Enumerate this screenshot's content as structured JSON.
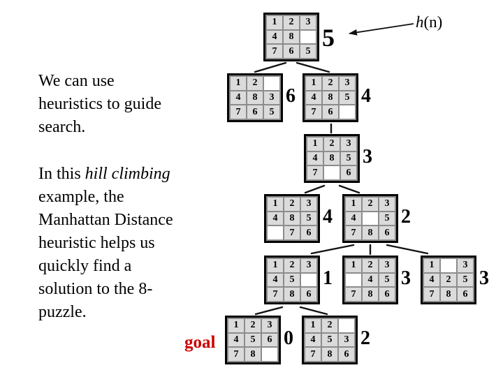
{
  "paragraphs": {
    "p1": "We can use\nheuristics to guide\nsearch.",
    "p2_prefix": "In this ",
    "p2_italic": "hill climbing",
    "p2_rest": "example, the\nManhattan Distance\nheuristic helps us\nquickly find a\nsolution to the 8-\npuzzle."
  },
  "labels": {
    "heuristic_function": "h(n)",
    "heuristic_h": "h",
    "heuristic_args": "(n)",
    "goal": "goal"
  },
  "colors": {
    "goal_red": "#cc0000",
    "tile_bg": "#dbdbdb",
    "tile_frame": "#8c8c8c",
    "border": "#000000",
    "empty_tile": "#ffffff"
  },
  "tree": {
    "description": "hill climbing search tree of 8-puzzle states with Manhattan Distance h values",
    "nodes": [
      {
        "id": "root",
        "h": "5",
        "grid": [
          [
            "1",
            "2",
            "3"
          ],
          [
            "4",
            "8",
            ""
          ],
          [
            "7",
            "6",
            "5"
          ]
        ]
      },
      {
        "id": "l2-left",
        "h": "6",
        "grid": [
          [
            "1",
            "2",
            ""
          ],
          [
            "4",
            "8",
            "3"
          ],
          [
            "7",
            "6",
            "5"
          ]
        ]
      },
      {
        "id": "l2-right",
        "h": "4",
        "grid": [
          [
            "1",
            "2",
            "3"
          ],
          [
            "4",
            "8",
            "5"
          ],
          [
            "7",
            "6",
            ""
          ]
        ]
      },
      {
        "id": "l3",
        "h": "3",
        "grid": [
          [
            "1",
            "2",
            "3"
          ],
          [
            "4",
            "8",
            "5"
          ],
          [
            "7",
            "",
            "6"
          ]
        ]
      },
      {
        "id": "l4-left",
        "h": "4",
        "grid": [
          [
            "1",
            "2",
            "3"
          ],
          [
            "4",
            "8",
            "5"
          ],
          [
            "",
            "7",
            "6"
          ]
        ]
      },
      {
        "id": "l4-right",
        "h": "2",
        "grid": [
          [
            "1",
            "2",
            "3"
          ],
          [
            "4",
            "",
            "5"
          ],
          [
            "7",
            "8",
            "6"
          ]
        ]
      },
      {
        "id": "l5-left",
        "h": "1",
        "grid": [
          [
            "1",
            "2",
            "3"
          ],
          [
            "4",
            "5",
            ""
          ],
          [
            "7",
            "8",
            "6"
          ]
        ]
      },
      {
        "id": "l5-mid",
        "h": "3",
        "grid": [
          [
            "1",
            "2",
            "3"
          ],
          [
            "",
            "4",
            "5"
          ],
          [
            "7",
            "8",
            "6"
          ]
        ]
      },
      {
        "id": "l5-right",
        "h": "3",
        "grid": [
          [
            "1",
            "",
            "3"
          ],
          [
            "4",
            "2",
            "5"
          ],
          [
            "7",
            "8",
            "6"
          ]
        ]
      },
      {
        "id": "goal",
        "h": "0",
        "grid": [
          [
            "1",
            "2",
            "3"
          ],
          [
            "4",
            "5",
            "6"
          ],
          [
            "7",
            "8",
            ""
          ]
        ]
      },
      {
        "id": "l6-right",
        "h": "2",
        "grid": [
          [
            "1",
            "2",
            ""
          ],
          [
            "4",
            "5",
            "3"
          ],
          [
            "7",
            "8",
            "6"
          ]
        ]
      }
    ],
    "edges": [
      {
        "from": "root",
        "to": "l2-left"
      },
      {
        "from": "root",
        "to": "l2-right"
      },
      {
        "from": "l2-right",
        "to": "l3"
      },
      {
        "from": "l3",
        "to": "l4-left"
      },
      {
        "from": "l3",
        "to": "l4-right"
      },
      {
        "from": "l4-right",
        "to": "l5-left"
      },
      {
        "from": "l4-right",
        "to": "l5-mid"
      },
      {
        "from": "l4-right",
        "to": "l5-right"
      },
      {
        "from": "l5-left",
        "to": "goal"
      },
      {
        "from": "l5-left",
        "to": "l6-right"
      }
    ]
  }
}
